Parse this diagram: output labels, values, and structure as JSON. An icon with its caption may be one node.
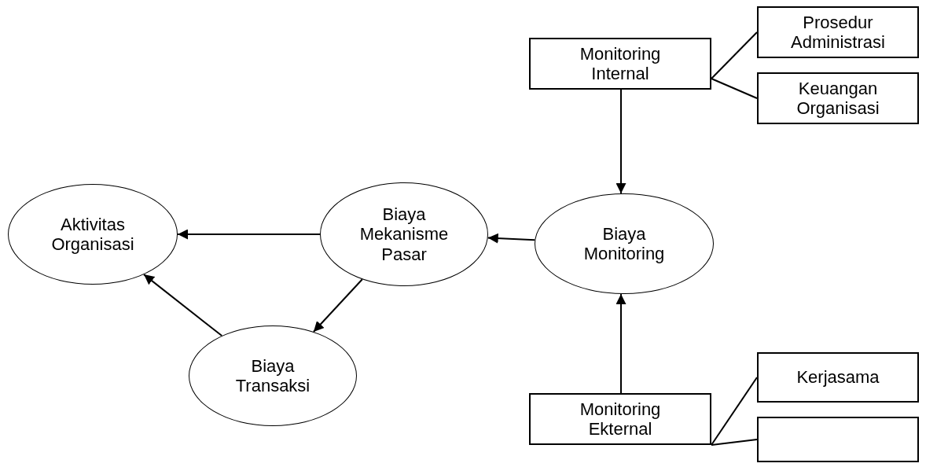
{
  "diagram": {
    "nodes": [
      {
        "text": [
          "Prosedur Administrasi"
        ]
      },
      {
        "text": [
          "Monitoring Internal"
        ]
      },
      {
        "text": [
          "Keuangan Organisasi"
        ]
      },
      {
        "text": [
          "Aktivitas Organisasi"
        ]
      },
      {
        "text": [
          "Biaya Mekanisme Pasar"
        ]
      },
      {
        "text": [
          "Biaya Monitoring"
        ]
      },
      {
        "text": [
          "Biaya Transaksi"
        ]
      },
      {
        "text": [
          "Kerjasama"
        ]
      },
      {
        "text": [
          "Monitoring Ekternal"
        ]
      },
      {
        "text": [],
        "shape": "box"
      }
    ],
    "edges": [
      {
        "from": 1,
        "to": 0,
        "arrow": "none"
      },
      {
        "from": 1,
        "to": 2,
        "arrow": "none"
      },
      {
        "from": 1,
        "to": 5,
        "arrow": "to"
      },
      {
        "from": 8,
        "to": 5,
        "arrow": "to"
      },
      {
        "from": 5,
        "to": 4,
        "arrow": "to"
      },
      {
        "from": 4,
        "to": 3,
        "arrow": "to"
      },
      {
        "from": 4,
        "to": 6,
        "arrow": "to"
      },
      {
        "from": 6,
        "to": 3,
        "arrow": "to"
      },
      {
        "from": 8,
        "to": 7,
        "arrow": "none"
      },
      {
        "from": 8,
        "to": 9,
        "arrow": "none"
      }
    ]
  }
}
